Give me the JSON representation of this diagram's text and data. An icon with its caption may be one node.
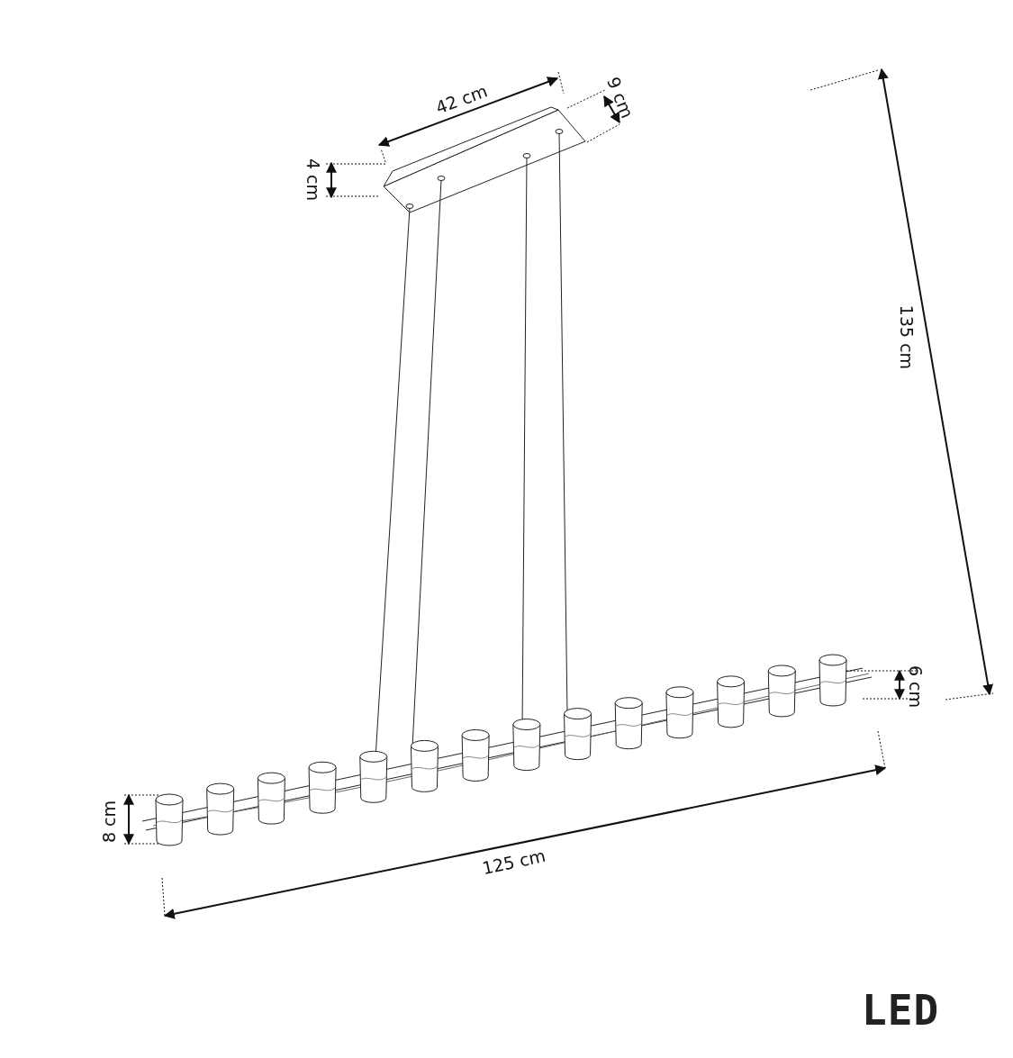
{
  "diagram": {
    "labels": [
      "42 cm",
      "9 cm",
      "4 cm",
      "135 cm",
      "6 cm",
      "8 cm",
      "125 cm",
      "LED"
    ]
  }
}
